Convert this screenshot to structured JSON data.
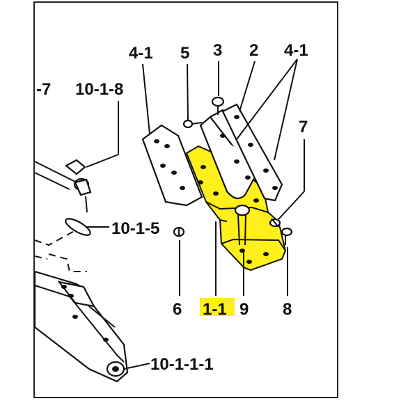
{
  "labels": {
    "l_7_left": "-7",
    "l_10_1_8": "10-1-8",
    "l_4_1_left": "4-1",
    "l_5": "5",
    "l_3": "3",
    "l_2": "2",
    "l_4_1_right": "4-1",
    "l_7_right": "7",
    "l_10_1_5": "10-1-5",
    "l_6": "6",
    "l_1_1": "1-1",
    "l_9": "9",
    "l_8": "8",
    "l_10_1_1_1": "10-1-1-1"
  },
  "colors": {
    "highlight": "#ffef1a",
    "ink": "#111111",
    "frame": "#222222"
  }
}
